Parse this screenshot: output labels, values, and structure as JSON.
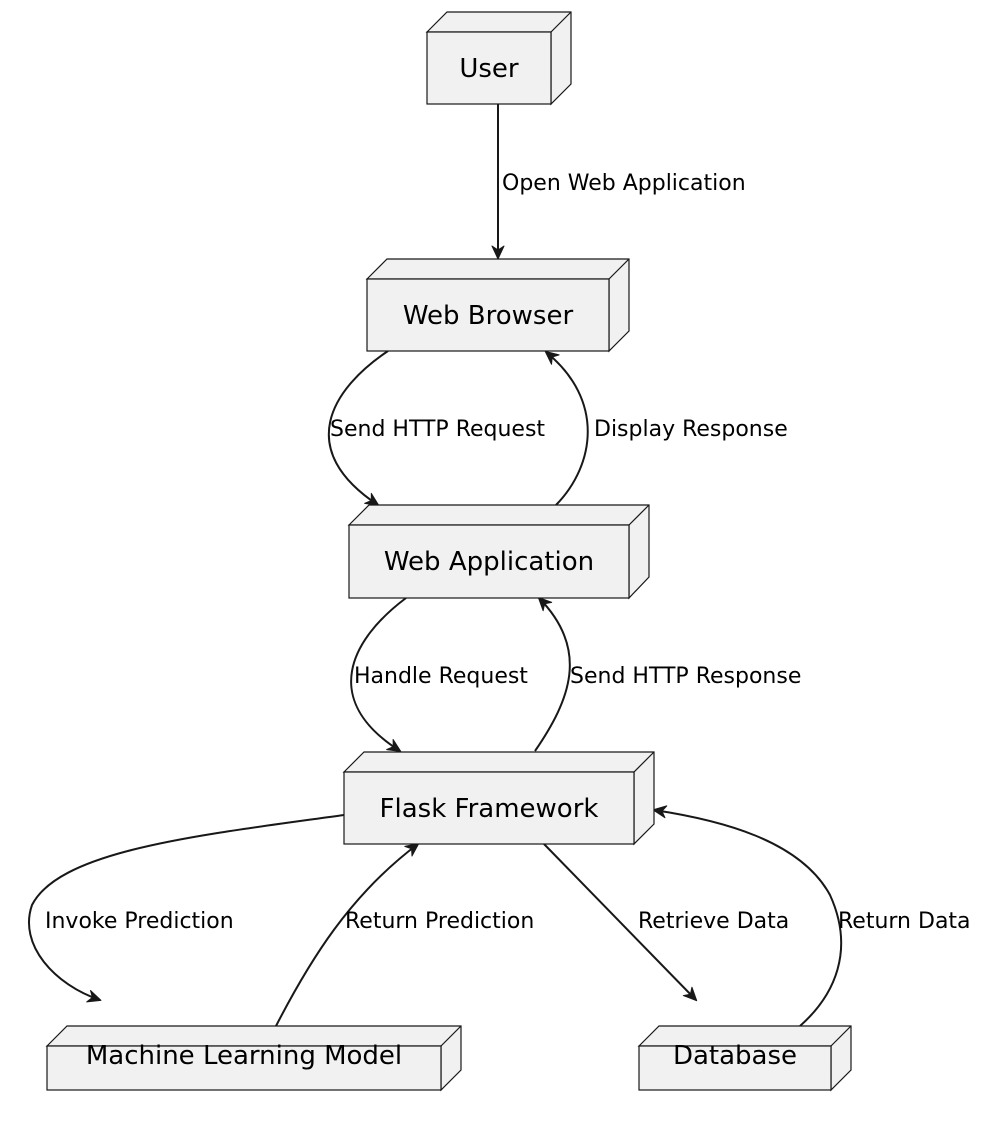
{
  "nodes": {
    "user": "User",
    "web_browser": "Web Browser",
    "web_application": "Web Application",
    "flask_framework": "Flask Framework",
    "ml_model": "Machine Learning Model",
    "database": "Database"
  },
  "edges": {
    "open_web_application": "Open Web Application",
    "send_http_request": "Send HTTP Request",
    "display_response": "Display Response",
    "handle_request": "Handle Request",
    "send_http_response": "Send HTTP Response",
    "invoke_prediction": "Invoke Prediction",
    "return_prediction": "Return Prediction",
    "retrieve_data": "Retrieve Data",
    "return_data": "Return Data"
  },
  "colors": {
    "node_fill": "#f1f1f1",
    "stroke": "#181818",
    "text": "#000000",
    "background": "#ffffff"
  }
}
